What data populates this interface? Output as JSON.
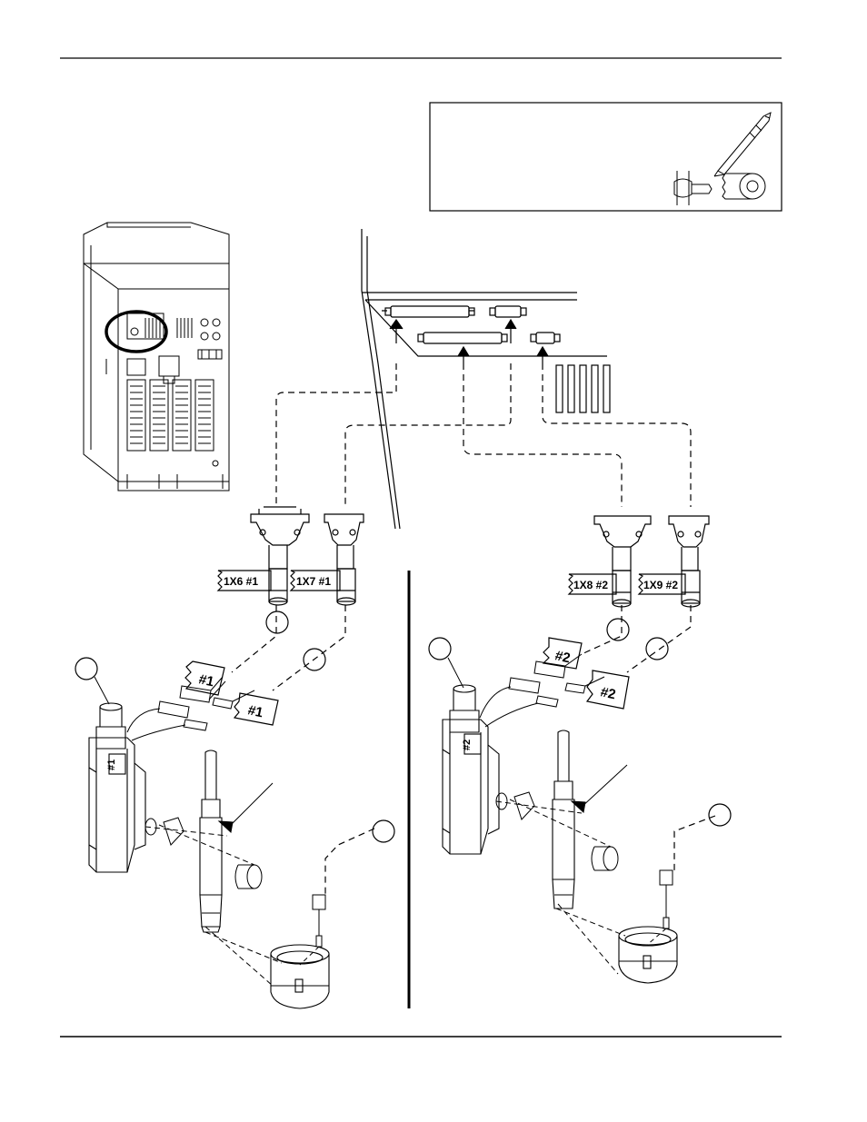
{
  "labels": {
    "tag_1x6": "1X6 #1",
    "tag_1x7": "1X7 #1",
    "tag_1x8": "1X8 #2",
    "tag_1x9": "1X9 #2",
    "flag_1a": "#1",
    "flag_1b": "#1",
    "flag_2a": "#2",
    "flag_2b": "#2",
    "motor_tag_1": "#1",
    "motor_tag_2": "#2"
  },
  "colors": {
    "ink": "#000000",
    "paper": "#ffffff"
  }
}
